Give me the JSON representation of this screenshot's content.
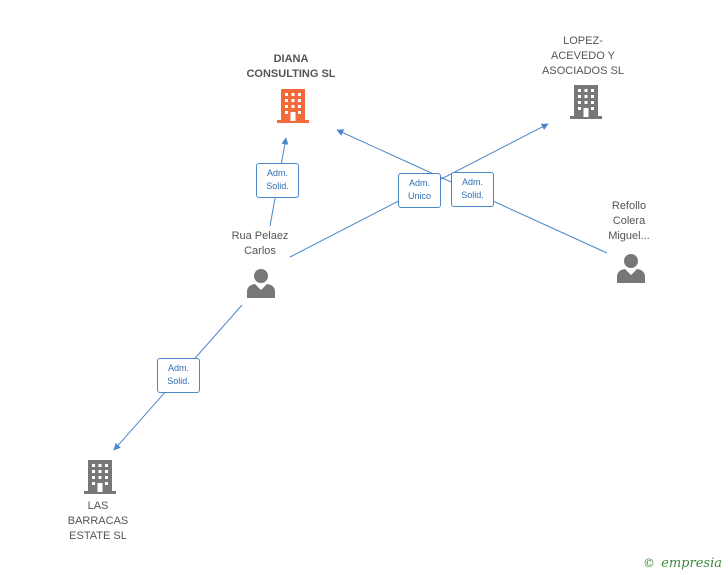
{
  "nodes": {
    "diana": {
      "label": "DIANA\nCONSULTING SL",
      "color": "#f26a3a"
    },
    "lopez": {
      "label": "LOPEZ-\nACEVEDO Y\nASOCIADOS SL",
      "color": "#777777"
    },
    "rua": {
      "label": "Rua Pelaez\nCarlos",
      "color": "#777777"
    },
    "refollo": {
      "label": "Refollo\nColera\nMiguel...",
      "color": "#777777"
    },
    "barracas": {
      "label": "LAS\nBARRACAS\nESTATE SL",
      "color": "#777777"
    }
  },
  "edges": {
    "rua_diana": "Adm.\nSolid.",
    "rua_lopez": "Adm.\nUnico",
    "refollo_diana": "Adm.\nSolid.",
    "rua_barracas": "Adm.\nSolid."
  },
  "colors": {
    "edge": "#4a86c8"
  },
  "brand": {
    "copyright": "©",
    "name": "empresia"
  }
}
